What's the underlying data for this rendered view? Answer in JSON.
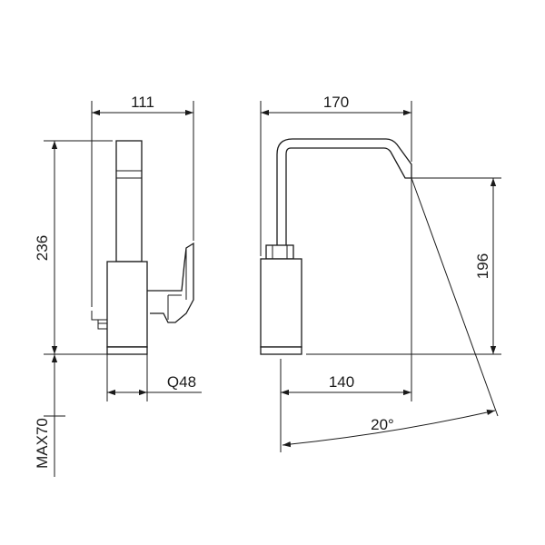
{
  "dimensions": {
    "side_depth": "111",
    "side_height": "236",
    "base_diameter": "Q48",
    "mounting_max": "MAX70",
    "front_width": "170",
    "spout_height": "196",
    "spout_reach": "140",
    "swivel_angle": "20°"
  }
}
